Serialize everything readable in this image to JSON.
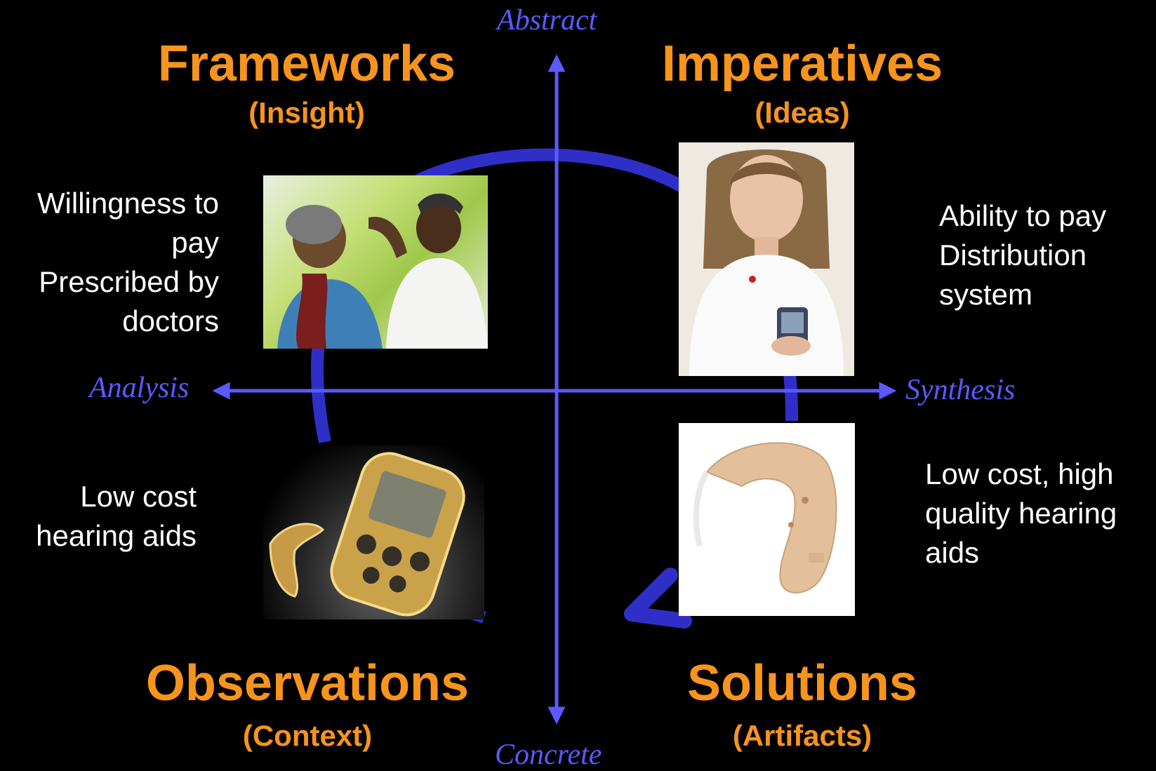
{
  "axes": {
    "top": "Abstract",
    "bottom": "Concrete",
    "left": "Analysis",
    "right": "Synthesis",
    "color": "#5a5aff"
  },
  "quadrants": {
    "top_left": {
      "title": "Frameworks",
      "subtitle": "(Insight)",
      "notes": [
        "Willingness to",
        "pay",
        "Prescribed by",
        "doctors"
      ]
    },
    "top_right": {
      "title": "Imperatives",
      "subtitle": "(Ideas)",
      "notes": [
        "Ability to pay",
        "Distribution",
        "system"
      ]
    },
    "bottom_left": {
      "title": "Observations",
      "subtitle": "(Context)",
      "notes": [
        "Low cost",
        "hearing aids"
      ]
    },
    "bottom_right": {
      "title": "Solutions",
      "subtitle": "(Artifacts)",
      "notes": [
        "Low cost, high",
        "quality hearing",
        "aids"
      ]
    }
  },
  "colors": {
    "title": "#f7941d",
    "background": "#000000",
    "cycle_arrow": "#2f2fc8"
  }
}
